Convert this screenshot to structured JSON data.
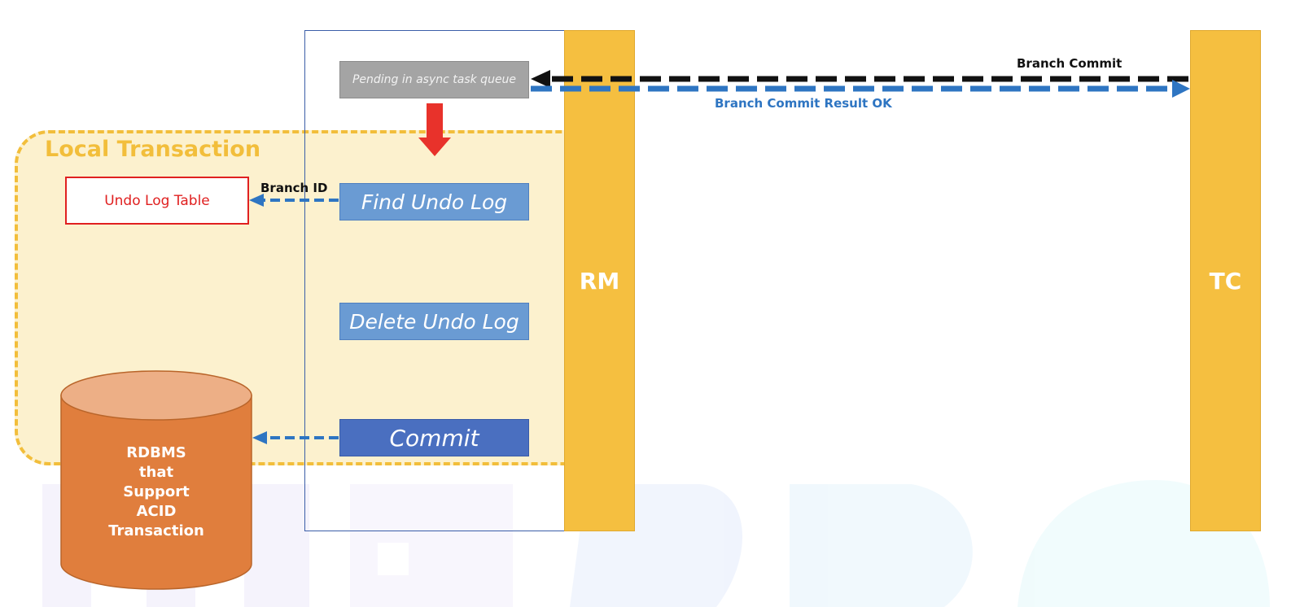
{
  "colors": {
    "lane_fill": "#F5BF40",
    "local_tx_fill": "#FCF1CE",
    "local_tx_border": "#F2BE3B",
    "step_blue": "#6A9BD3",
    "commit_blue": "#4A6FC0",
    "pending_gray": "#A4A4A4",
    "arrow_blue": "#2E75C2",
    "arrow_red": "#E8322B",
    "db_body": "#E07E3D",
    "db_top": "#EDAF86",
    "undo_border": "#E02020"
  },
  "lanes": {
    "rm": "RM",
    "tc": "TC"
  },
  "local_transaction": {
    "label": "Local Transaction"
  },
  "steps": {
    "pending": "Pending in async task queue",
    "find_undo_log": "Find Undo Log",
    "delete_undo_log": "Delete Undo Log",
    "commit": "Commit"
  },
  "undo_log_table": {
    "label": "Undo Log Table"
  },
  "database": {
    "lines": [
      "RDBMS",
      "that",
      "Support",
      "ACID",
      "Transaction"
    ]
  },
  "messages": {
    "branch_commit": "Branch Commit",
    "branch_commit_result": "Branch Commit Result OK",
    "branch_id": "Branch ID"
  }
}
